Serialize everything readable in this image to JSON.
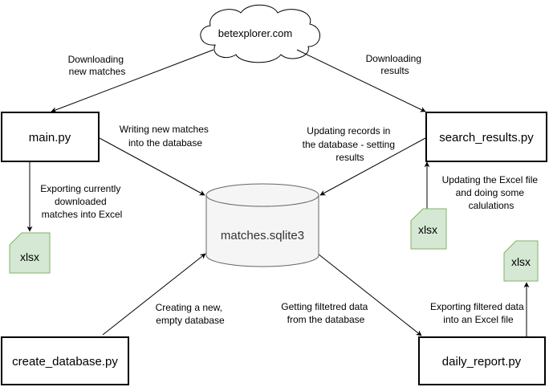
{
  "nodes": {
    "cloud": "betexplorer.com",
    "main": "main.py",
    "search_results": "search_results.py",
    "database": "matches.sqlite3",
    "create_database": "create_database.py",
    "daily_report": "daily_report.py"
  },
  "files": {
    "left": "xlsx",
    "right_middle": "xlsx",
    "right_bottom": "xlsx"
  },
  "edges": {
    "download_matches": [
      "Downloading",
      "new matches"
    ],
    "download_results": [
      "Downloading",
      "results"
    ],
    "write_matches": [
      "Writing new matches",
      "into the database"
    ],
    "update_records": [
      "Updating records in",
      "the database - setting",
      "results"
    ],
    "export_current": [
      "Exporting currently",
      "downloaded",
      "matches into Excel"
    ],
    "update_excel": [
      "Updating the Excel file",
      "and doing some",
      "calulations"
    ],
    "create_empty": [
      "Creating a new,",
      "empty database"
    ],
    "get_filtered": [
      "Getting filtetred data",
      "from the database"
    ],
    "export_filtered": [
      "Exporting filtered data",
      "into an Excel file"
    ]
  },
  "colors": {
    "file_fill": "#d5e8d4",
    "file_stroke": "#82b366",
    "db_fill": "#f5f5f5",
    "db_stroke": "#666666",
    "line": "#000000"
  }
}
